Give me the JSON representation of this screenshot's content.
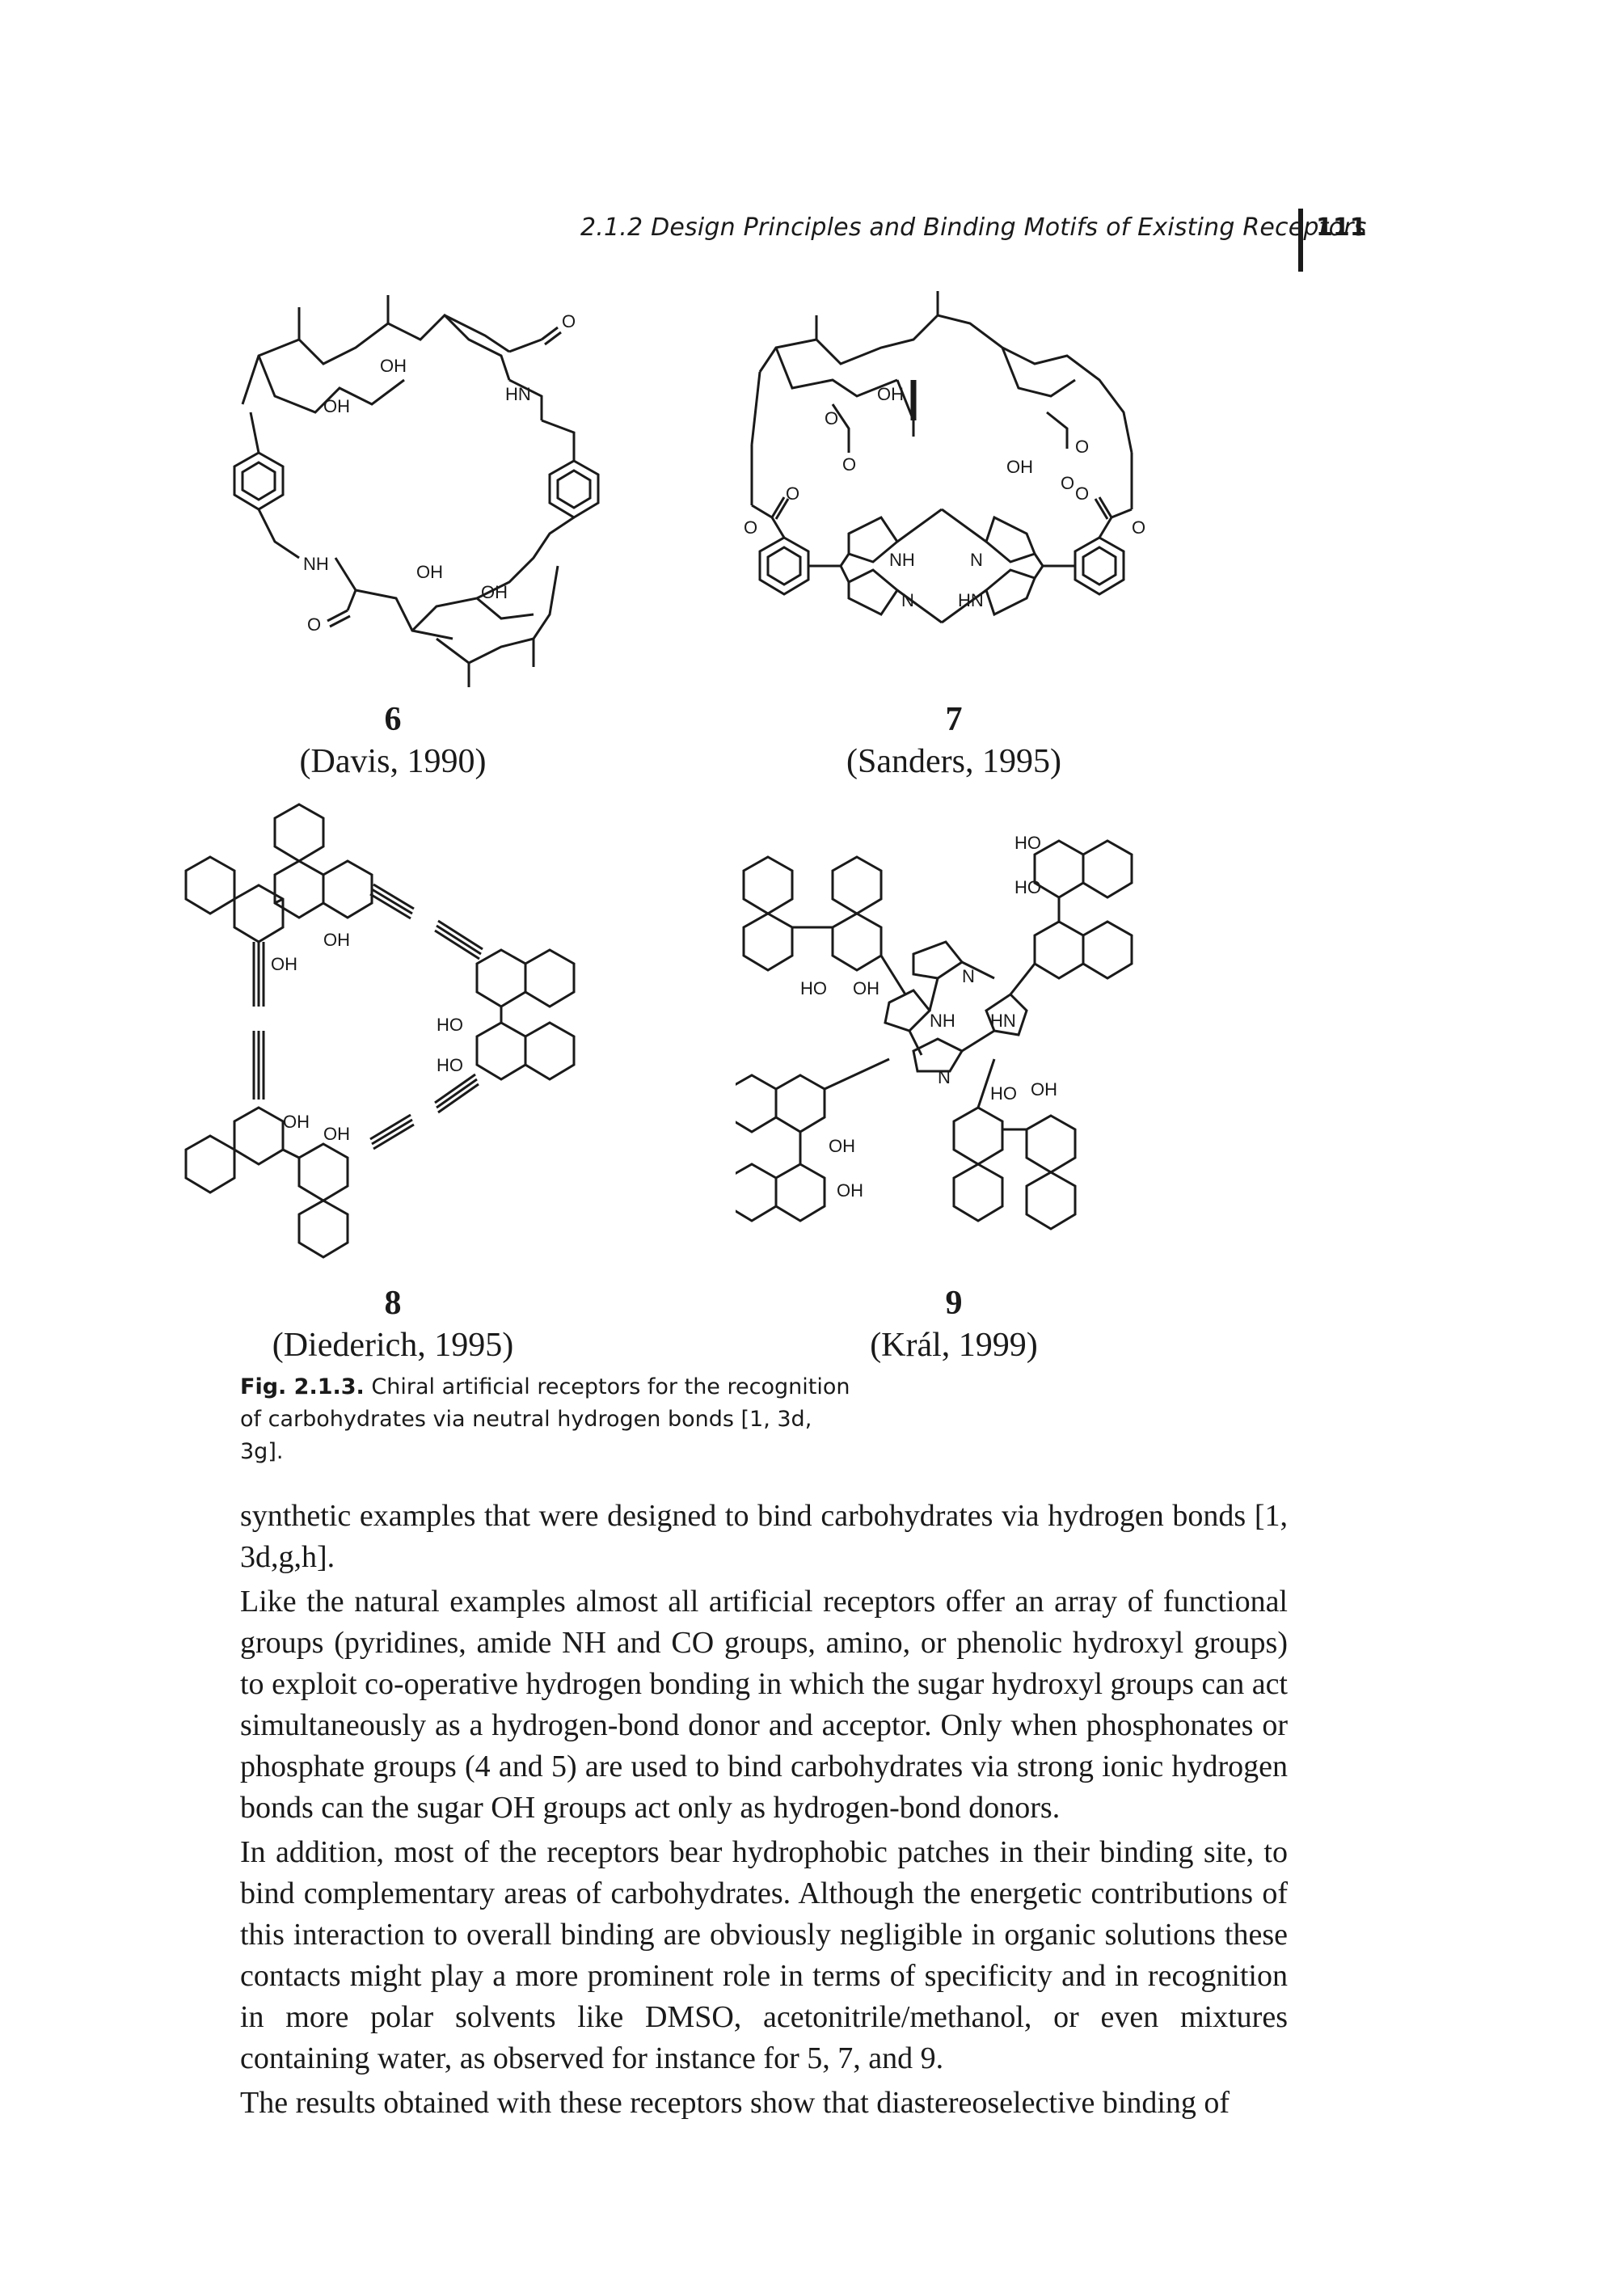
{
  "header": {
    "running_title": "2.1.2 Design Principles and Binding Motifs of Existing Receptors",
    "page_number": "111"
  },
  "figure": {
    "compounds": [
      {
        "number": "6",
        "citation": "(Davis, 1990)",
        "atom_labels": [
          "OH",
          "OH",
          "O",
          "HN",
          "NH",
          "O",
          "OH",
          "OH"
        ]
      },
      {
        "number": "7",
        "citation": "(Sanders, 1995)",
        "atom_labels": [
          "OH",
          "O",
          "O",
          "OH",
          "O",
          "O",
          "O",
          "O",
          "O",
          "O",
          "NH",
          "N",
          "N",
          "HN"
        ]
      },
      {
        "number": "8",
        "citation": "(Diederich, 1995)",
        "atom_labels": [
          "OH",
          "OH",
          "HO",
          "HO",
          "OH",
          "OH"
        ]
      },
      {
        "number": "9",
        "citation": "(Král, 1999)",
        "atom_labels": [
          "HO",
          "HO",
          "HO",
          "OH",
          "N",
          "NH",
          "HN",
          "N",
          "HO",
          "OH",
          "OH",
          "OH"
        ]
      }
    ],
    "caption_label": "Fig. 2.1.3.",
    "caption_text": "Chiral artificial receptors for the recognition of carbohydrates via neutral hydrogen bonds [1, 3d, 3g]."
  },
  "body": {
    "paragraphs": [
      "synthetic examples that were designed to bind carbohydrates via hydrogen bonds [1, 3d,g,h].",
      "Like the natural examples almost all artificial receptors offer an array of func­tional groups (pyridines, amide NH and CO groups, amino, or phenolic hydroxyl groups) to exploit co-operative hydrogen bonding in which the sugar hydroxyl groups can act simultaneously as a hydrogen-bond donor and acceptor. Only when phosphonates or phosphate groups (4 and 5) are used to bind carbohydrates via strong ionic hydrogen bonds can the sugar OH groups act only as hydrogen-bond donors.",
      "In addition, most of the receptors bear hydrophobic patches in their binding site, to bind complementary areas of carbohydrates. Although the energetic contribu­tions of this interaction to overall binding are obviously negligible in organic solu­tions these contacts might play a more prominent role in terms of specificity and in recognition in more polar solvents like DMSO, acetonitrile/methanol, or even mixtures containing water, as observed for instance for 5, 7, and 9.",
      "The results obtained with these receptors show that diastereoselective binding of"
    ]
  }
}
